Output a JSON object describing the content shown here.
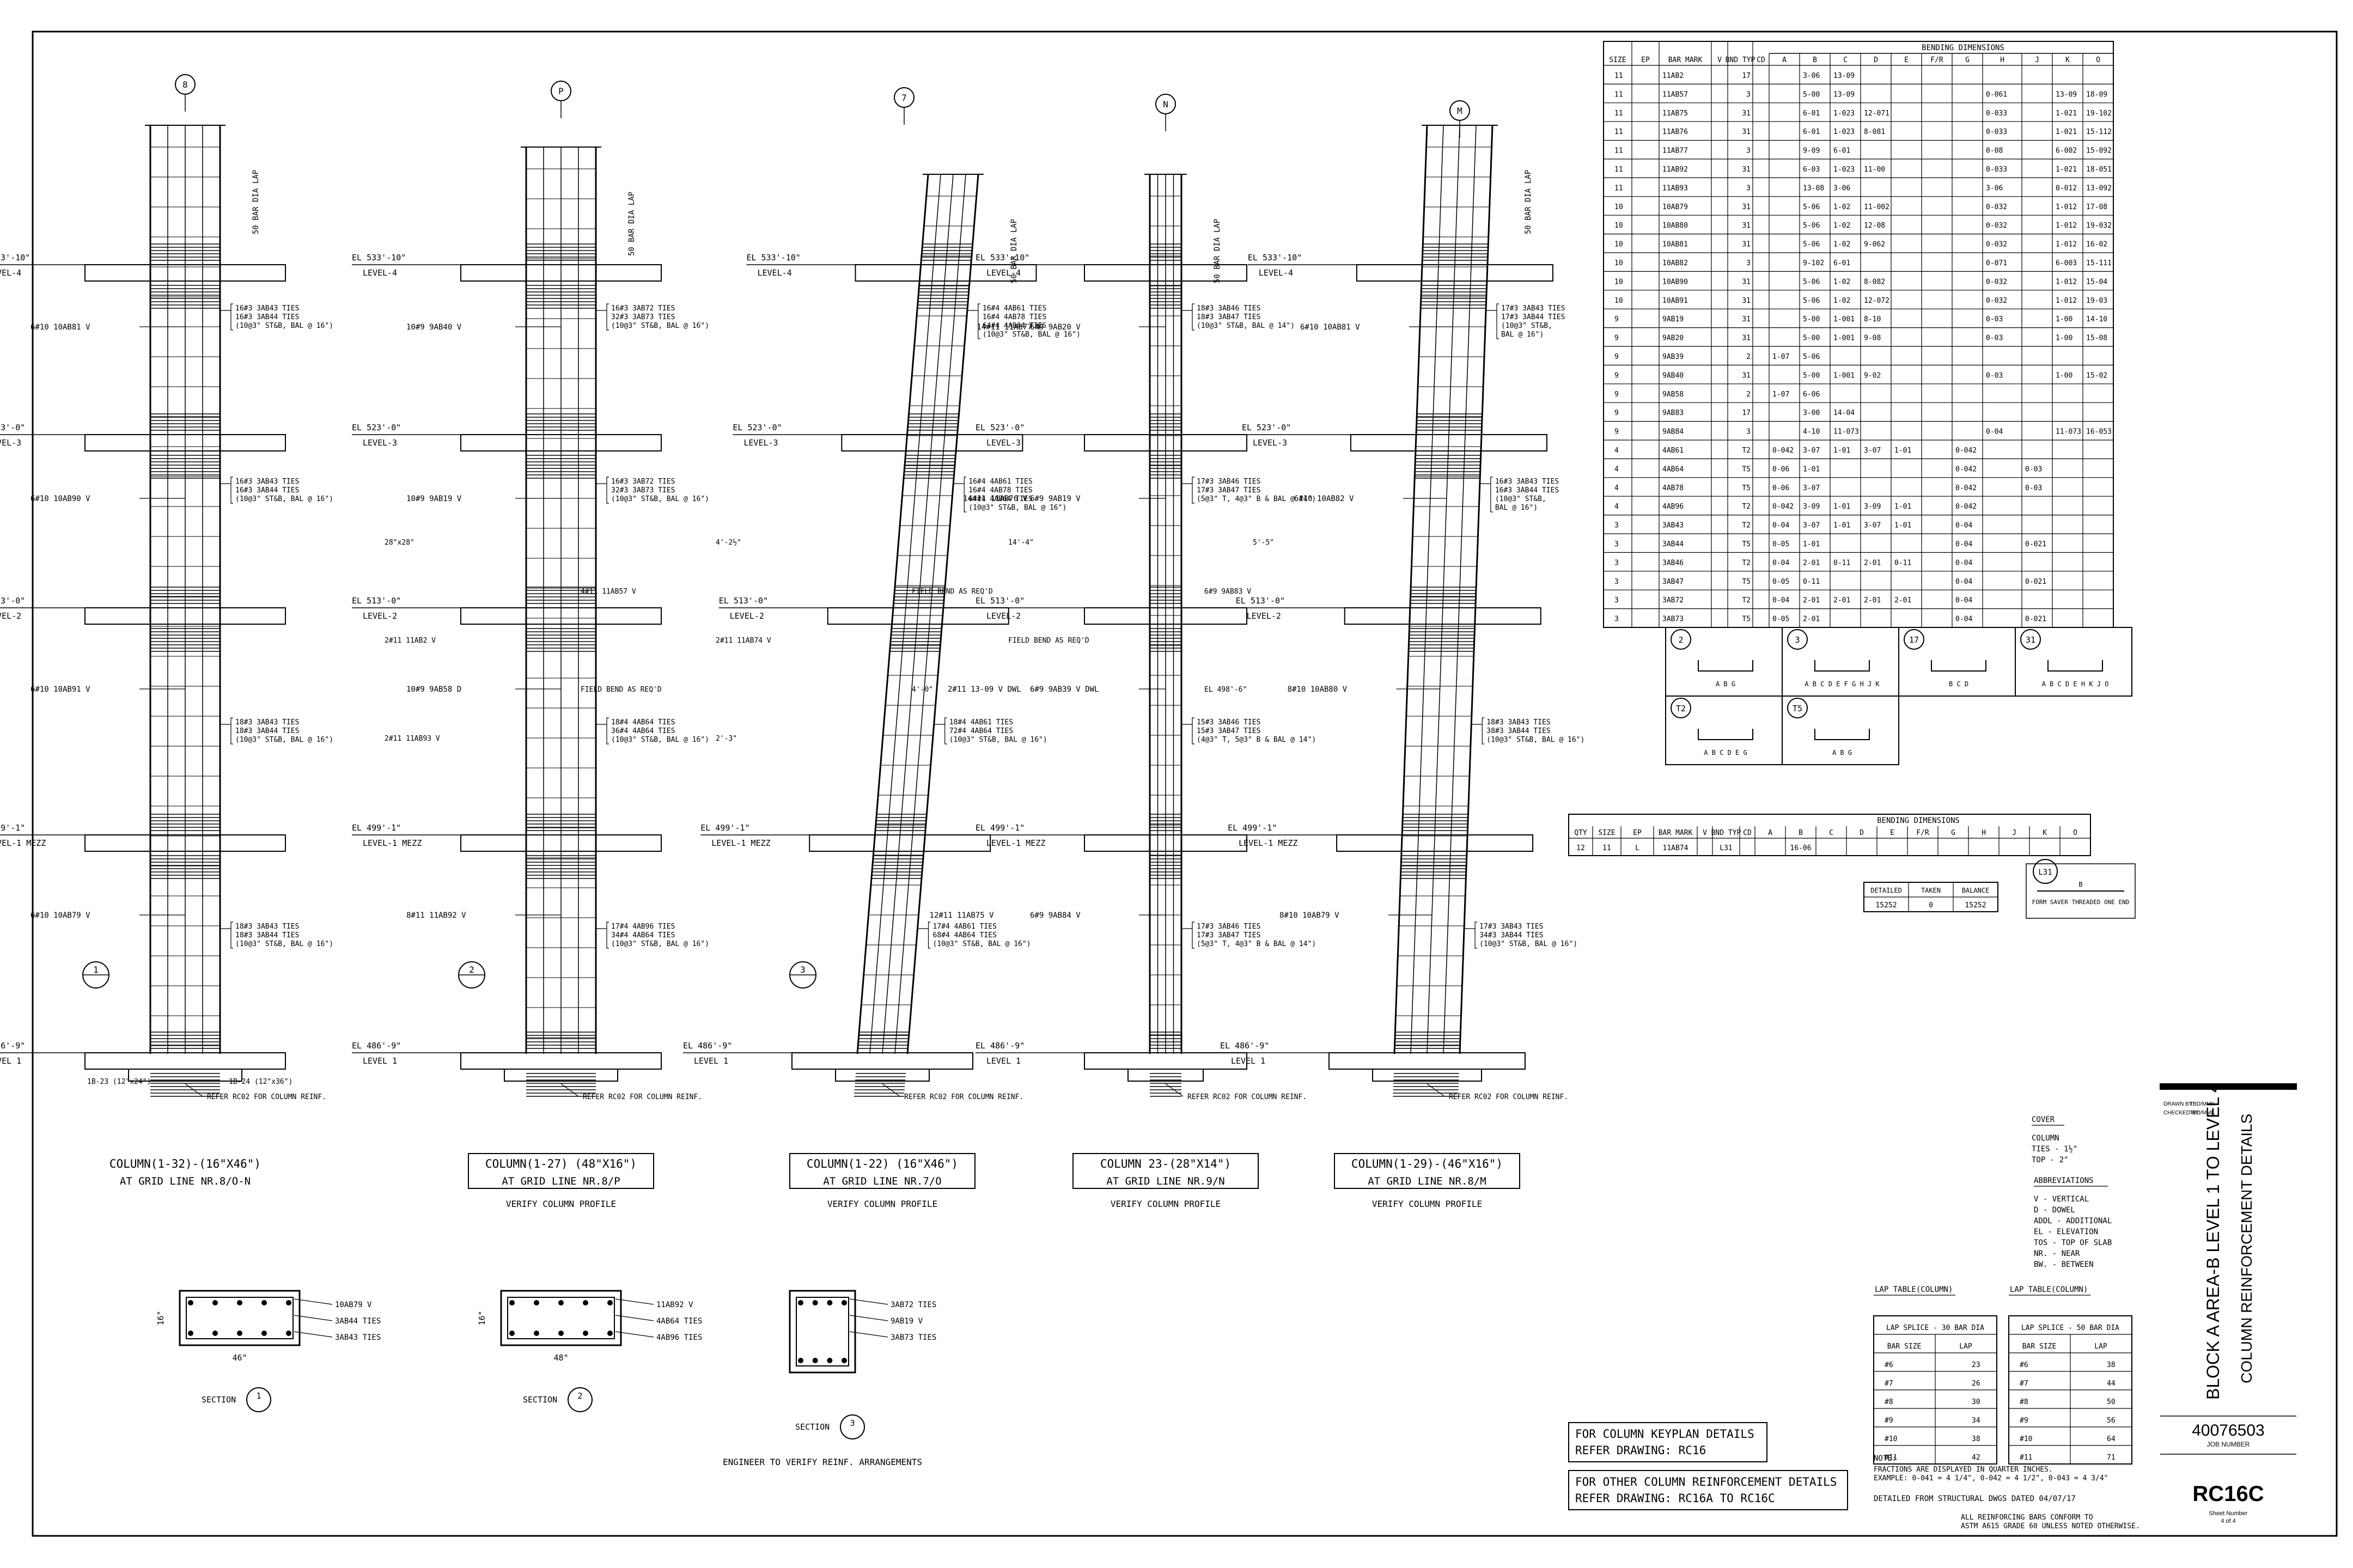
{
  "sheet": {
    "number": "RC16C",
    "job_number": "40076503",
    "job_number_label": "JOB NUMBER",
    "title_line1": "BLOCK A AREA-B LEVEL 1 TO LEVEL 4",
    "title_line2": "COLUMN REINFORCEMENT DETAILS",
    "sheet_number_label": "Sheet Number",
    "sheet_of": "4 of 4",
    "drawn_by": "DRAWN BY:",
    "checked_by": "CHECKED BY:",
    "revisions": "TBD/MMK"
  },
  "levels": [
    {
      "el": "EL 533'-10\"",
      "name": "LEVEL-4"
    },
    {
      "el": "EL 523'-0\"",
      "name": "LEVEL-3"
    },
    {
      "el": "EL 513'-0\"",
      "name": "LEVEL-2"
    },
    {
      "el": "EL 499'-1\"",
      "name": "LEVEL-1 MEZZ"
    },
    {
      "el": "EL 486'-9\"",
      "name": "LEVEL 1"
    }
  ],
  "columns": [
    {
      "grid_tag": "8",
      "title": "COLUMN(1-32)-(16\"X46\")",
      "subtitle": "AT GRID LINE NR.8/O-N",
      "verify": "",
      "lap_note": "50 BAR DIA LAP",
      "bars": [
        "6#10 10AB81 V",
        "6#10 10AB90 V",
        "6#10 10AB91 V",
        "6#10 10AB79 V"
      ],
      "ties": [
        [
          "16#3 3AB43 TIES",
          "16#3 3AB44 TIES",
          "(10@3\" ST&B, BAL @ 16\")"
        ],
        [
          "16#3 3AB43 TIES",
          "16#3 3AB44 TIES",
          "(10@3\" ST&B, BAL @ 16\")"
        ],
        [
          "18#3 3AB43 TIES",
          "18#3 3AB44 TIES",
          "(10@3\" ST&B, BAL @ 16\")"
        ],
        [
          "18#3 3AB43 TIES",
          "18#3 3AB44 TIES",
          "(10@3\" ST&B, BAL @ 16\")"
        ]
      ],
      "extra": [
        "1B-23 (12\"x24\")",
        "1B-24 (12\"x36\")",
        "REFER RC02 FOR COLUMN REINF."
      ],
      "section_tag": "1"
    },
    {
      "grid_tag": "P",
      "title": "COLUMN(1-27) (48\"X16\")",
      "subtitle": "AT GRID LINE NR.8/P",
      "verify": "VERIFY COLUMN PROFILE",
      "lap_note": "50 BAR DIA LAP",
      "bars": [
        "10#9 9AB40 V",
        "10#9 9AB19 V",
        "10#9 9AB58 D",
        "8#11 11AB92 V"
      ],
      "ties": [
        [
          "16#3 3AB72 TIES",
          "32#3 3AB73 TIES",
          "(10@3\" ST&B, BAL @ 16\")"
        ],
        [
          "16#3 3AB72 TIES",
          "32#3 3AB73 TIES",
          "(10@3\" ST&B, BAL @ 16\")"
        ],
        [
          "18#4 4AB64 TIES",
          "36#4 4AB64 TIES",
          "(10@3\" ST&B, BAL @ 16\")"
        ],
        [
          "17#4 4AB96 TIES",
          "34#4 4AB64 TIES",
          "(10@3\" ST&B, BAL @ 16\")"
        ]
      ],
      "extra": [
        "28\"x28\"",
        "4#11 11AB57 V",
        "2#11 11AB2 V",
        "FIELD BEND AS REQ'D",
        "2#11 11AB93 V",
        "REFER RC02 FOR COLUMN REINF."
      ],
      "section_tag": "2"
    },
    {
      "grid_tag": "7",
      "title": "COLUMN(1-22) (16\"X46\")",
      "subtitle": "AT GRID LINE NR.7/O",
      "verify": "VERIFY COLUMN PROFILE",
      "lap_note": "50 BAR DIA LAP",
      "bars": [
        "14#11 11AB77 V",
        "14#11 11AB76 V",
        "2#11 13-09 V DWL",
        "12#11 11AB75 V"
      ],
      "ties": [
        [
          "16#4 4AB61 TIES",
          "16#4 4AB78 TIES",
          "64#4 4AB64 TIES",
          "(10@3\" ST&B, BAL @ 16\")"
        ],
        [
          "16#4 4AB61 TIES",
          "16#4 4AB78 TIES",
          "64#4 4AB64 TIES",
          "(10@3\" ST&B, BAL @ 16\")"
        ],
        [
          "18#4 4AB61 TIES",
          "72#4 4AB64 TIES",
          "(10@3\" ST&B, BAL @ 16\")"
        ],
        [
          "17#4 4AB61 TIES",
          "68#4 4AB64 TIES",
          "(10@3\" ST&B, BAL @ 16\")"
        ]
      ],
      "extra": [
        "4'-2½\"",
        "FIELD BEND AS REQ'D",
        "2#11 11AB74 V",
        "4'-0\"",
        "2'-3\"",
        "REFER RC02 FOR COLUMN REINF."
      ],
      "section_tag": "3"
    },
    {
      "grid_tag": "N",
      "title": "COLUMN 23-(28\"X14\")",
      "subtitle": "AT GRID LINE NR.9/N",
      "verify": "VERIFY COLUMN PROFILE",
      "lap_note": "50 BAR DIA LAP",
      "bars": [
        "6#9 9AB20 V",
        "6#9 9AB19 V",
        "6#9 9AB39 V DWL",
        "6#9 9AB84 V"
      ],
      "ties": [
        [
          "18#3 3AB46 TIES",
          "18#3 3AB47 TIES",
          "(10@3\" ST&B, BAL @ 14\")"
        ],
        [
          "17#3 3AB46 TIES",
          "17#3 3AB47 TIES",
          "(5@3\" T, 4@3\" B & BAL @ 14\")"
        ],
        [
          "15#3 3AB46 TIES",
          "15#3 3AB47 TIES",
          "(4@3\" T, 5@3\" B & BAL @ 14\")"
        ],
        [
          "17#3 3AB46 TIES",
          "17#3 3AB47 TIES",
          "(5@3\" T, 4@3\" B & BAL @ 14\")"
        ]
      ],
      "extra": [
        "14'-4\"",
        "6#9 9AB83 V",
        "FIELD BEND AS REQ'D",
        "EL 498'-6\"",
        "REFER RC02 FOR COLUMN REINF."
      ],
      "section_tag": ""
    },
    {
      "grid_tag": "M",
      "title": "COLUMN(1-29)-(46\"X16\")",
      "subtitle": "AT GRID LINE NR.8/M",
      "verify": "VERIFY COLUMN PROFILE",
      "lap_note": "50 BAR DIA LAP",
      "bars": [
        "6#10 10AB81 V",
        "6#10 10AB82 V",
        "8#10 10AB80 V",
        "8#10 10AB79 V"
      ],
      "ties": [
        [
          "17#3 3AB43 TIES",
          "17#3 3AB44 TIES",
          "(10@3\" ST&B,",
          "BAL @ 16\")"
        ],
        [
          "16#3 3AB43 TIES",
          "16#3 3AB44 TIES",
          "(10@3\" ST&B,",
          "BAL @ 16\")"
        ],
        [
          "18#3 3AB43 TIES",
          "38#3 3AB44 TIES",
          "(10@3\" ST&B, BAL @ 16\")"
        ],
        [
          "17#3 3AB43 TIES",
          "34#3 3AB44 TIES",
          "(10@3\" ST&B, BAL @ 16\")"
        ]
      ],
      "extra": [
        "5'-5\"",
        "REFER RC02 FOR COLUMN REINF."
      ],
      "section_tag": ""
    }
  ],
  "sections": [
    {
      "label": "SECTION",
      "tag": "1",
      "width": "46\"",
      "depth": "16\"",
      "notes": [
        "10AB79 V",
        "3AB44 TIES",
        "3AB43 TIES"
      ]
    },
    {
      "label": "SECTION",
      "tag": "2",
      "width": "48\"",
      "depth": "16\"",
      "notes": [
        "11AB92 V",
        "4AB64 TIES",
        "4AB96 TIES"
      ]
    },
    {
      "label": "SECTION",
      "tag": "3",
      "width": "",
      "depth": "",
      "notes": [
        "3AB72 TIES",
        "9AB19 V",
        "3AB73 TIES"
      ],
      "footer": "ENGINEER TO VERIFY REINF. ARRANGEMENTS"
    }
  ],
  "bar_schedule": {
    "header_group": "BENDING DIMENSIONS",
    "headers": [
      "SIZE",
      "EP",
      "BAR MARK",
      "V",
      "BND TYP",
      "CD",
      "A",
      "B",
      "C",
      "D",
      "E",
      "F/R",
      "G",
      "H",
      "J",
      "K",
      "O"
    ],
    "rows": [
      [
        "11",
        "",
        "11AB2",
        "",
        "17",
        "",
        "",
        "3-06",
        "13-09",
        "",
        "",
        "",
        "",
        "",
        "",
        "",
        ""
      ],
      [
        "11",
        "",
        "11AB57",
        "",
        "3",
        "",
        "",
        "5-00",
        "13-09",
        "",
        "",
        "",
        "",
        "0-061",
        "",
        "13-09",
        "18-09"
      ],
      [
        "11",
        "",
        "11AB75",
        "",
        "31",
        "",
        "",
        "6-01",
        "1-023",
        "12-071",
        "",
        "",
        "",
        "0-033",
        "",
        "1-021",
        "19-102"
      ],
      [
        "11",
        "",
        "11AB76",
        "",
        "31",
        "",
        "",
        "6-01",
        "1-023",
        "8-081",
        "",
        "",
        "",
        "0-033",
        "",
        "1-021",
        "15-112"
      ],
      [
        "11",
        "",
        "11AB77",
        "",
        "3",
        "",
        "",
        "9-09",
        "6-01",
        "",
        "",
        "",
        "",
        "0-08",
        "",
        "6-002",
        "15-092"
      ],
      [
        "11",
        "",
        "11AB92",
        "",
        "31",
        "",
        "",
        "6-03",
        "1-023",
        "11-00",
        "",
        "",
        "",
        "0-033",
        "",
        "1-021",
        "18-051"
      ],
      [
        "11",
        "",
        "11AB93",
        "",
        "3",
        "",
        "",
        "13-08",
        "3-06",
        "",
        "",
        "",
        "",
        "3-06",
        "",
        "0-012",
        "13-092"
      ],
      [
        "10",
        "",
        "10AB79",
        "",
        "31",
        "",
        "",
        "5-06",
        "1-02",
        "11-002",
        "",
        "",
        "",
        "0-032",
        "",
        "1-012",
        "17-08"
      ],
      [
        "10",
        "",
        "10AB80",
        "",
        "31",
        "",
        "",
        "5-06",
        "1-02",
        "12-08",
        "",
        "",
        "",
        "0-032",
        "",
        "1-012",
        "19-032"
      ],
      [
        "10",
        "",
        "10AB81",
        "",
        "31",
        "",
        "",
        "5-06",
        "1-02",
        "9-062",
        "",
        "",
        "",
        "0-032",
        "",
        "1-012",
        "16-02"
      ],
      [
        "10",
        "",
        "10AB82",
        "",
        "3",
        "",
        "",
        "9-102",
        "6-01",
        "",
        "",
        "",
        "",
        "0-071",
        "",
        "6-003",
        "15-111"
      ],
      [
        "10",
        "",
        "10AB90",
        "",
        "31",
        "",
        "",
        "5-06",
        "1-02",
        "8-082",
        "",
        "",
        "",
        "0-032",
        "",
        "1-012",
        "15-04"
      ],
      [
        "10",
        "",
        "10AB91",
        "",
        "31",
        "",
        "",
        "5-06",
        "1-02",
        "12-072",
        "",
        "",
        "",
        "0-032",
        "",
        "1-012",
        "19-03"
      ],
      [
        "9",
        "",
        "9AB19",
        "",
        "31",
        "",
        "",
        "5-00",
        "1-001",
        "8-10",
        "",
        "",
        "",
        "0-03",
        "",
        "1-00",
        "14-10"
      ],
      [
        "9",
        "",
        "9AB20",
        "",
        "31",
        "",
        "",
        "5-00",
        "1-001",
        "9-08",
        "",
        "",
        "",
        "0-03",
        "",
        "1-00",
        "15-08"
      ],
      [
        "9",
        "",
        "9AB39",
        "",
        "2",
        "",
        "1-07",
        "5-06",
        "",
        "",
        "",
        "",
        "",
        "",
        "",
        "",
        ""
      ],
      [
        "9",
        "",
        "9AB40",
        "",
        "31",
        "",
        "",
        "5-00",
        "1-001",
        "9-02",
        "",
        "",
        "",
        "0-03",
        "",
        "1-00",
        "15-02"
      ],
      [
        "9",
        "",
        "9AB58",
        "",
        "2",
        "",
        "1-07",
        "6-06",
        "",
        "",
        "",
        "",
        "",
        "",
        "",
        "",
        ""
      ],
      [
        "9",
        "",
        "9AB83",
        "",
        "17",
        "",
        "",
        "3-00",
        "14-04",
        "",
        "",
        "",
        "",
        "",
        "",
        "",
        ""
      ],
      [
        "9",
        "",
        "9AB84",
        "",
        "3",
        "",
        "",
        "4-10",
        "11-073",
        "",
        "",
        "",
        "",
        "0-04",
        "",
        "11-073",
        "16-053"
      ],
      [
        "4",
        "",
        "4AB61",
        "",
        "T2",
        "",
        "0-042",
        "3-07",
        "1-01",
        "3-07",
        "1-01",
        "",
        "0-042",
        "",
        "",
        "",
        ""
      ],
      [
        "4",
        "",
        "4AB64",
        "",
        "T5",
        "",
        "0-06",
        "1-01",
        "",
        "",
        "",
        "",
        "0-042",
        "",
        "0-03",
        "",
        ""
      ],
      [
        "4",
        "",
        "4AB78",
        "",
        "T5",
        "",
        "0-06",
        "3-07",
        "",
        "",
        "",
        "",
        "0-042",
        "",
        "0-03",
        "",
        ""
      ],
      [
        "4",
        "",
        "4AB96",
        "",
        "T2",
        "",
        "0-042",
        "3-09",
        "1-01",
        "3-09",
        "1-01",
        "",
        "0-042",
        "",
        "",
        "",
        ""
      ],
      [
        "3",
        "",
        "3AB43",
        "",
        "T2",
        "",
        "0-04",
        "3-07",
        "1-01",
        "3-07",
        "1-01",
        "",
        "0-04",
        "",
        "",
        "",
        ""
      ],
      [
        "3",
        "",
        "3AB44",
        "",
        "T5",
        "",
        "0-05",
        "1-01",
        "",
        "",
        "",
        "",
        "0-04",
        "",
        "0-021",
        "",
        ""
      ],
      [
        "3",
        "",
        "3AB46",
        "",
        "T2",
        "",
        "0-04",
        "2-01",
        "0-11",
        "2-01",
        "0-11",
        "",
        "0-04",
        "",
        "",
        "",
        ""
      ],
      [
        "3",
        "",
        "3AB47",
        "",
        "T5",
        "",
        "0-05",
        "0-11",
        "",
        "",
        "",
        "",
        "0-04",
        "",
        "0-021",
        "",
        ""
      ],
      [
        "3",
        "",
        "3AB72",
        "",
        "T2",
        "",
        "0-04",
        "2-01",
        "2-01",
        "2-01",
        "2-01",
        "",
        "0-04",
        "",
        "",
        "",
        ""
      ],
      [
        "3",
        "",
        "3AB73",
        "",
        "T5",
        "",
        "0-05",
        "2-01",
        "",
        "",
        "",
        "",
        "0-04",
        "",
        "0-021",
        "",
        ""
      ]
    ]
  },
  "bend_types": [
    {
      "tag": "2",
      "letters": "A B G"
    },
    {
      "tag": "3",
      "letters": "A B C D E F G H J K"
    },
    {
      "tag": "17",
      "letters": "B C D"
    },
    {
      "tag": "31",
      "letters": "A B C D E H K J O"
    },
    {
      "tag": "T2",
      "letters": "A B C D E G"
    },
    {
      "tag": "T5",
      "letters": "A B G"
    }
  ],
  "second_schedule": {
    "header_group": "BENDING DIMENSIONS",
    "headers": [
      "QTY",
      "SIZE",
      "EP",
      "BAR MARK",
      "V",
      "BND TYP",
      "CD",
      "A",
      "B",
      "C",
      "D",
      "E",
      "F/R",
      "G",
      "H",
      "J",
      "K",
      "O"
    ],
    "row": [
      "12",
      "11",
      "L",
      "11AB74",
      "",
      "L31",
      "",
      "",
      "16-06",
      "",
      "",
      "",
      "",
      "",
      "",
      "",
      "",
      ""
    ],
    "totals_headers": [
      "DETAILED",
      "TAKEN",
      "BALANCE"
    ],
    "totals": [
      "15252",
      "0",
      "15252"
    ],
    "l31_tag": "L31",
    "l31_b": "B",
    "l31_note": "FORM SAVER THREADED ONE END"
  },
  "cover": {
    "title": "COVER",
    "lines": [
      "COLUMN",
      "TIES  -  1½\"",
      "TOP   -  2\""
    ]
  },
  "abbreviations": {
    "title": "ABBREVIATIONS",
    "items": [
      "V   -  VERTICAL",
      "D   -  DOWEL",
      "ADDL  - ADDITIONAL",
      "EL   -  ELEVATION",
      "TOS - TOP OF SLAB",
      "NR. - NEAR",
      "BW. - BETWEEN"
    ]
  },
  "lap_tables": [
    {
      "title": "LAP TABLE(COLUMN)",
      "subtitle": "LAP SPLICE - 30 BAR DIA",
      "headers": [
        "BAR SIZE",
        "LAP"
      ],
      "rows": [
        [
          "#6",
          "23"
        ],
        [
          "#7",
          "26"
        ],
        [
          "#8",
          "30"
        ],
        [
          "#9",
          "34"
        ],
        [
          "#10",
          "38"
        ],
        [
          "#11",
          "42"
        ]
      ]
    },
    {
      "title": "LAP TABLE(COLUMN)",
      "subtitle": "LAP SPLICE - 50 BAR DIA",
      "headers": [
        "BAR SIZE",
        "LAP"
      ],
      "rows": [
        [
          "#6",
          "38"
        ],
        [
          "#7",
          "44"
        ],
        [
          "#8",
          "50"
        ],
        [
          "#9",
          "56"
        ],
        [
          "#10",
          "64"
        ],
        [
          "#11",
          "71"
        ]
      ]
    }
  ],
  "notes": {
    "title": "NOTE:",
    "lines": [
      "FRACTIONS ARE DISPLAYED IN QUARTER INCHES.",
      "EXAMPLE:  0-041 = 4 1/4\", 0-042 = 4 1/2\", 0-043 = 4 3/4\""
    ],
    "detailed_from": "DETAILED FROM STRUCTURAL DWGS DATED 04/07/17",
    "conform": [
      "ALL REINFORCING BARS CONFORM TO",
      "ASTM A615 GRADE 60 UNLESS NOTED OTHERWISE."
    ]
  },
  "refer_boxes": [
    [
      "FOR COLUMN KEYPLAN DETAILS",
      "REFER DRAWING: RC16"
    ],
    [
      "FOR OTHER COLUMN REINFORCEMENT DETAILS",
      "REFER DRAWING: RC16A TO RC16C"
    ]
  ]
}
